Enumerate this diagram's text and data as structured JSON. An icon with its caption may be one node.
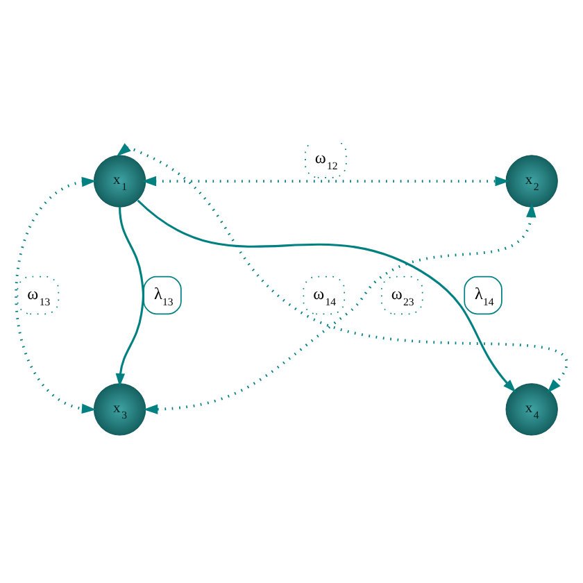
{
  "diagram": {
    "nodes": [
      {
        "text": [
          "x$_{1}$"
        ]
      },
      {
        "text": [
          "x$_{2}$"
        ]
      },
      {
        "text": [
          "x$_{3}$"
        ]
      },
      {
        "text": [
          "x$_{4}$"
        ]
      }
    ],
    "edges": [
      {
        "from": 0,
        "to": 2,
        "arrow": "to",
        "label": "λ$_{13}$"
      },
      {
        "from": 0,
        "to": 3,
        "arrow": "to",
        "label": "λ$_{14}$"
      },
      {
        "from": 0,
        "to": 1,
        "arrow": "both",
        "label": "ω$_{12}$",
        "style": "dashed"
      },
      {
        "from": 0,
        "to": 2,
        "arrow": "both",
        "label": "ω$_{13}$",
        "style": "dashed"
      },
      {
        "from": 0,
        "to": 3,
        "arrow": "both",
        "label": "ω$_{14}$",
        "style": "dashed"
      },
      {
        "from": 1,
        "to": 2,
        "arrow": "both",
        "label": "ω$_{23}$",
        "style": "dashed"
      }
    ]
  }
}
